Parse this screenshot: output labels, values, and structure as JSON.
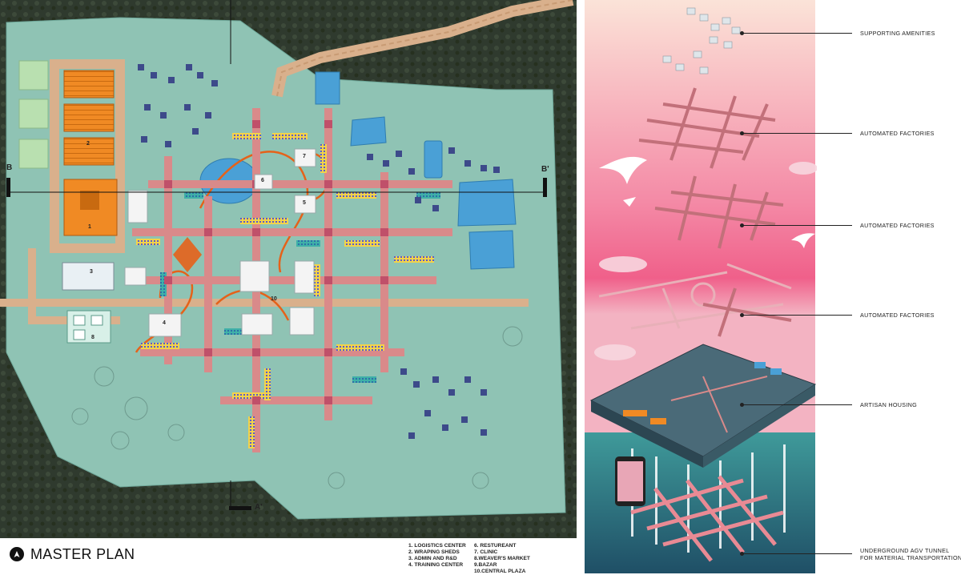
{
  "master_plan": {
    "title": "MASTER PLAN",
    "north_icon": "north-arrow-icon",
    "section_labels": {
      "b_left": "B",
      "b_right": "B'",
      "a_bottom": "A'"
    },
    "building_numbers": [
      "1",
      "2",
      "3",
      "4",
      "5",
      "6",
      "7",
      "8",
      "10"
    ]
  },
  "legend": {
    "col1": [
      "1. LOGISTICS CENTER",
      "2. WRAPING SHEDS",
      "3. ADMIN AND R&D",
      "4. TRAINING CENTER"
    ],
    "col2": [
      "6. RESTUREANT",
      "7. CLINIC",
      "8.WEAVER'S MARKET",
      "9.BAZAR",
      "10.CENTRAL PLAZA"
    ]
  },
  "axonometric": {
    "callouts": [
      {
        "label": "SUPPORTING AMENITIES"
      },
      {
        "label": "AUTOMATED FACTORIES"
      },
      {
        "label": "AUTOMATED FACTORIES"
      },
      {
        "label": "AUTOMATED FACTORIES"
      },
      {
        "label": "ARTISAN HOUSING"
      },
      {
        "label": "UNDERGROUND AGV TUNNEL\nFOR MATERIAL TRANSPORTATION"
      }
    ]
  },
  "colors": {
    "site_green": "#8fc3b4",
    "orange_sheds": "#f08a24",
    "road_tan": "#d9b08c",
    "spine_pink": "#d98a8a",
    "solar_yellow": "#f2d34a",
    "teal_units": "#3fb0a8",
    "sky_pink": "#f06a8f",
    "sky_top": "#fbe3d8",
    "water_blue": "#4aa0d6",
    "base_teal": "#2f7a7f"
  }
}
